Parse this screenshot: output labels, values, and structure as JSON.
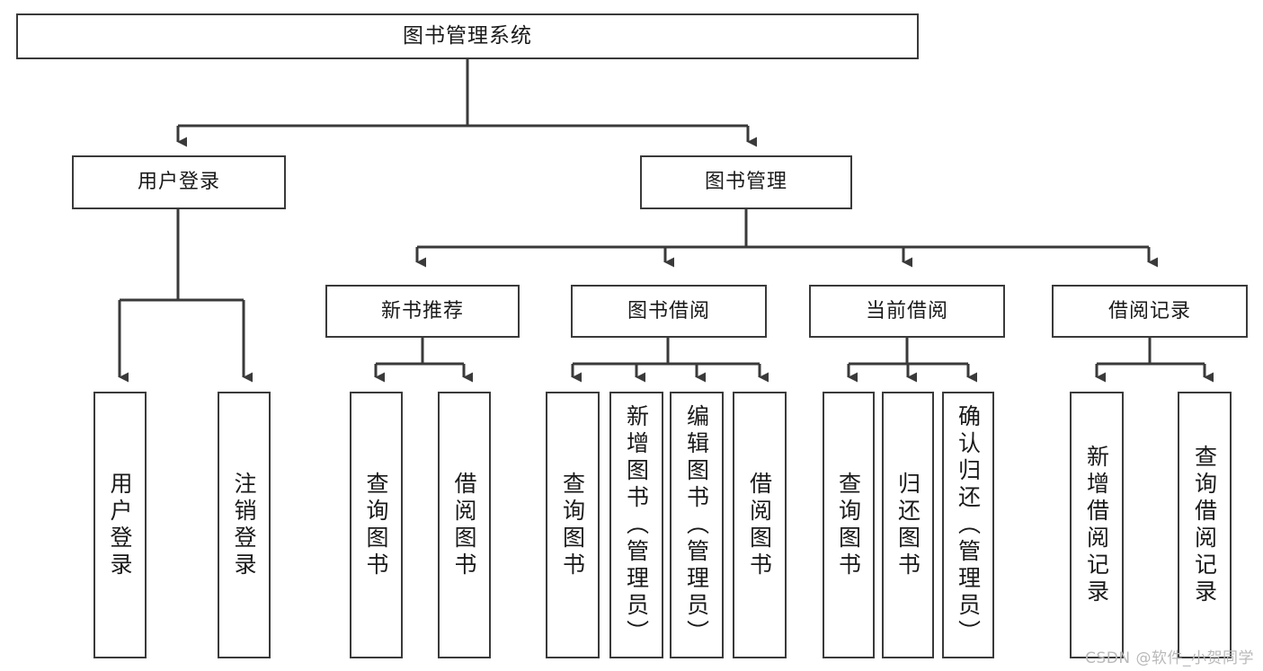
{
  "diagram": {
    "title": "图书管理系统",
    "watermark": "CSDN @软件_小贺同学",
    "colors": {
      "stroke": "#3a3a3a",
      "background": "#ffffff",
      "text": "#1a1a1a",
      "watermark": "#b9b9b9"
    }
  },
  "nodes": {
    "root": {
      "label": "图书管理系统"
    },
    "level1": [
      {
        "label": "用户登录"
      },
      {
        "label": "图书管理"
      }
    ],
    "level2": [
      {
        "label": "新书推荐"
      },
      {
        "label": "图书借阅"
      },
      {
        "label": "当前借阅"
      },
      {
        "label": "借阅记录"
      }
    ],
    "leaves": {
      "user_login": [
        {
          "label": "用户登录"
        },
        {
          "label": "注销登录"
        }
      ],
      "new_book_recommend": [
        {
          "label": "查询图书"
        },
        {
          "label": "借阅图书"
        }
      ],
      "book_borrow": [
        {
          "label": "查询图书"
        },
        {
          "label": "新增图书（管理员）"
        },
        {
          "label": "编辑图书（管理员）"
        },
        {
          "label": "借阅图书"
        }
      ],
      "current_borrow": [
        {
          "label": "查询图书"
        },
        {
          "label": "归还图书"
        },
        {
          "label": "确认归还（管理员）"
        }
      ],
      "borrow_record": [
        {
          "label": "新增借阅记录"
        },
        {
          "label": "查询借阅记录"
        }
      ]
    }
  }
}
